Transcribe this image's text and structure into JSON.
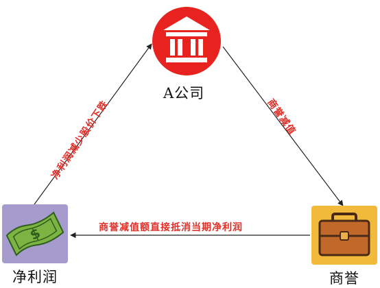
{
  "nodes": {
    "company": {
      "label": "A公司",
      "icon": "bank-icon",
      "color": "#e8231f"
    },
    "net_profit": {
      "label": "净利润",
      "icon": "money-icon",
      "color": "#a59bcc"
    },
    "goodwill": {
      "label": "商誉",
      "icon": "briefcase-icon",
      "color": "#f2ba3a"
    }
  },
  "edges": {
    "profit_to_company": "净利润减少股价下跌",
    "company_to_goodwill": "商誉减值",
    "goodwill_to_profit": "商誉减值额直接抵消当期净利润"
  },
  "colors": {
    "edge_text": "#e0302a",
    "arrow": "#222222"
  }
}
